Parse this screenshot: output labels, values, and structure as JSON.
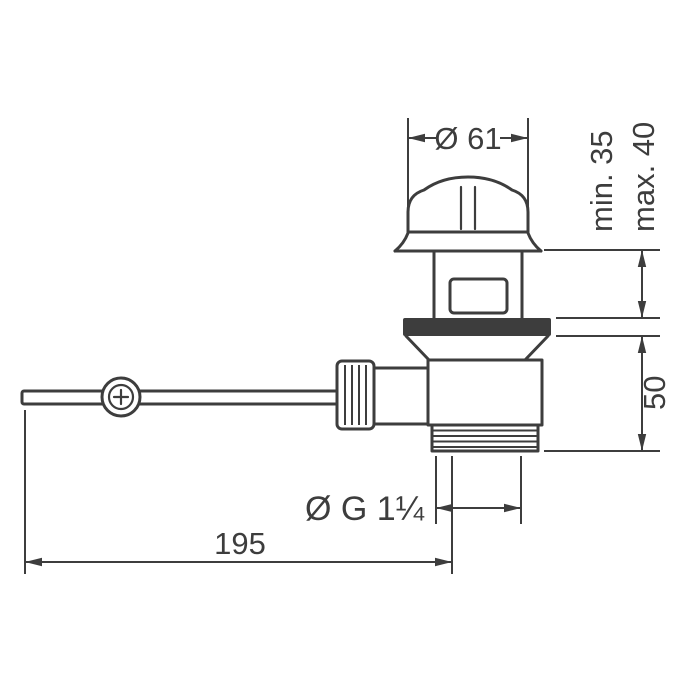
{
  "drawing": {
    "subject": "pop-up waste valve dimensional drawing",
    "colors": {
      "line": "#3d3d3d",
      "background": "#ffffff"
    },
    "labels": {
      "diameter_top": "Ø 61",
      "min_height": "min. 35",
      "max_height": "max. 40",
      "lower_height": "50",
      "thread_size": "Ø G 1¼",
      "rod_length": "195"
    }
  }
}
